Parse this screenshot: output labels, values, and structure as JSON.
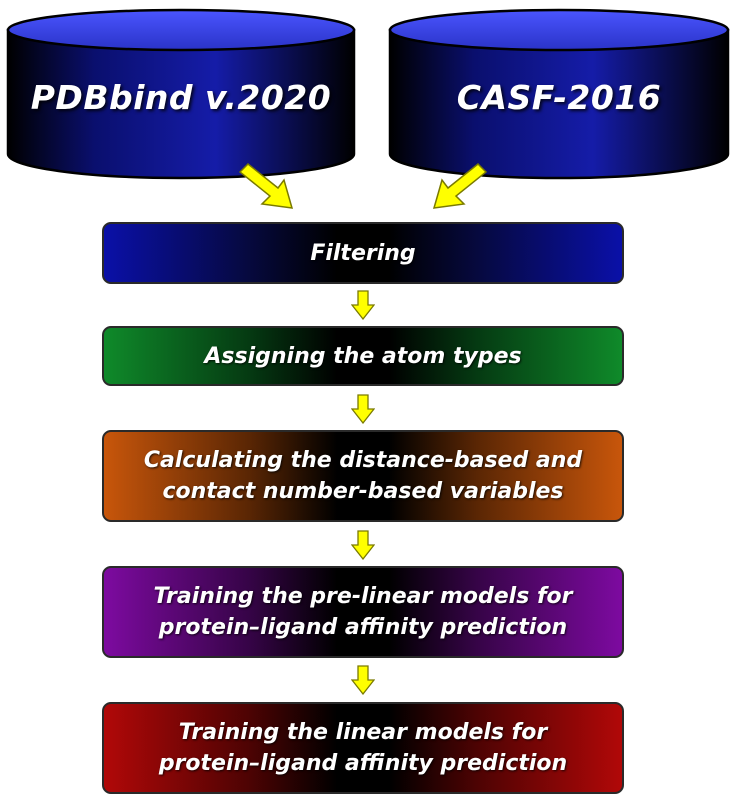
{
  "sources": [
    {
      "label": "PDBbind v.2020"
    },
    {
      "label": "CASF-2016"
    }
  ],
  "steps": [
    {
      "label": "Filtering",
      "color": "#0a10a8"
    },
    {
      "label": "Assigning the atom types",
      "color": "#0f8a2a"
    },
    {
      "label": "Calculating the distance-based and\ncontact number-based variables",
      "color": "#c8560b"
    },
    {
      "label": "Training the pre-linear models for\nprotein–ligand affinity prediction",
      "color": "#7d0aa0"
    },
    {
      "label": "Training the linear models for\nprotein–ligand affinity prediction",
      "color": "#b10808"
    }
  ],
  "colors": {
    "arrow_fill": "#ffff00",
    "arrow_stroke": "#8a8a00",
    "cylinder_body": "#0c1280",
    "cylinder_top": "#2a33d8"
  }
}
